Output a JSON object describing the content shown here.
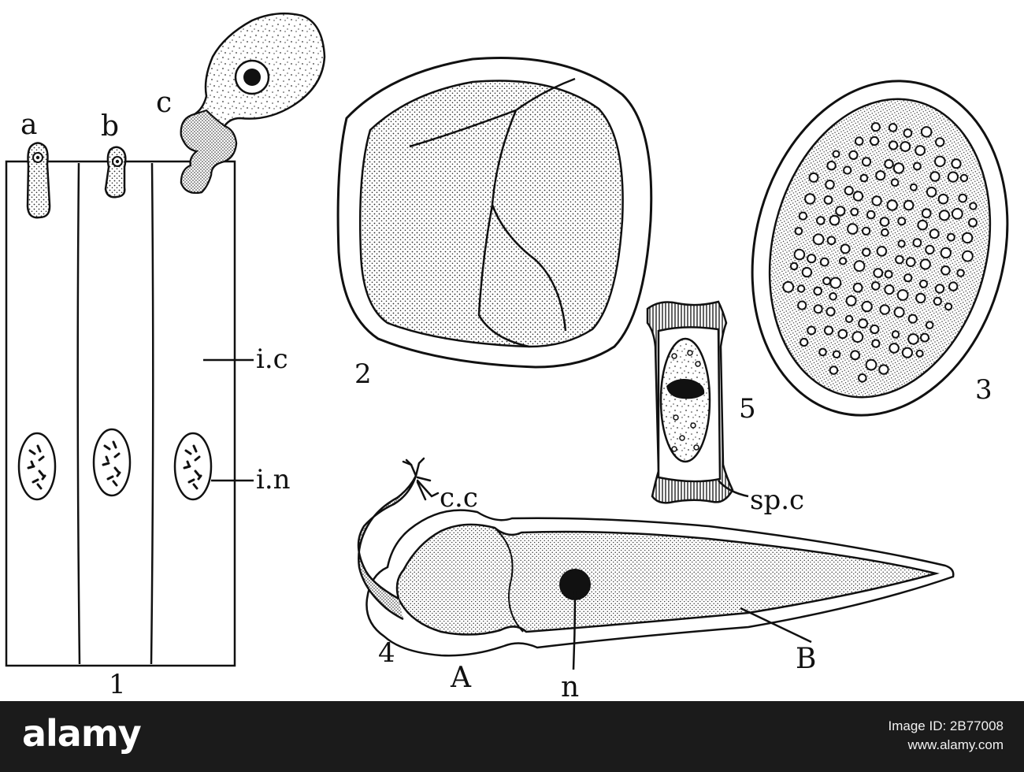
{
  "figure": {
    "labels": {
      "a": "a",
      "b": "b",
      "c": "c",
      "fig1": "1",
      "fig2": "2",
      "fig3": "3",
      "fig4": "4",
      "fig5": "5",
      "ic": "i.c",
      "in": "i.n",
      "cc": "c.c",
      "spc": "sp.c",
      "A": "A",
      "B": "B",
      "n": "n"
    }
  },
  "watermark": {
    "logo": "alamy",
    "image_id_label": "Image ID: 2B77008",
    "site": "www.alamy.com"
  },
  "colors": {
    "ink": "#111111",
    "stipple": "#2a2a2a",
    "paper": "#ffffff",
    "watermark_bg": "#1b1b1b"
  }
}
